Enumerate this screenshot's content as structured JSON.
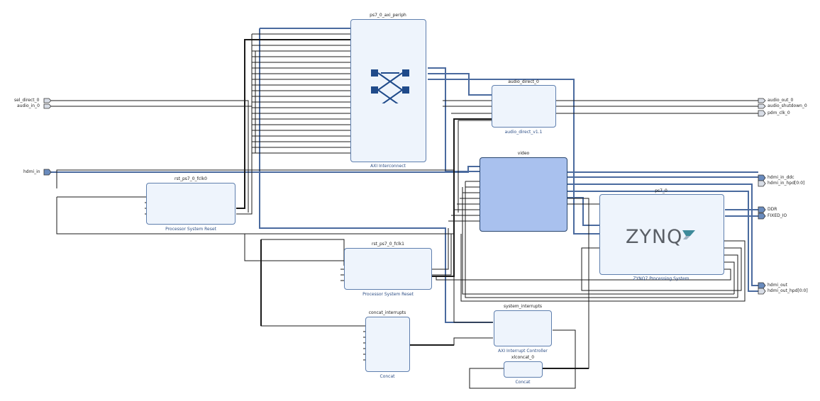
{
  "blocks": {
    "axi_periph": {
      "title": "ps7_0_axi_periph",
      "subtitle": "AXI Interconnect"
    },
    "audio_direct": {
      "title": "audio_direct_0",
      "subtitle": "audio_direct_v1.1"
    },
    "video": {
      "title": "video",
      "subtitle": ""
    },
    "ps7": {
      "title": "ps7_0",
      "subtitle": "ZYNQ7 Processing System",
      "logo": "ZYNQ"
    },
    "rst_fclk0": {
      "title": "rst_ps7_0_fclk0",
      "subtitle": "Processor System Reset"
    },
    "rst_fclk1": {
      "title": "rst_ps7_0_fclk1",
      "subtitle": "Processor System Reset"
    },
    "concat_interrupts": {
      "title": "concat_interrupts",
      "subtitle": "Concat"
    },
    "system_interrupts": {
      "title": "system_interrupts",
      "subtitle": "AXI Interrupt Controller"
    },
    "xlconcat": {
      "title": "xlconcat_0",
      "subtitle": "Concat"
    }
  },
  "ports": {
    "inputs": [
      {
        "label": "sel_direct_0"
      },
      {
        "label": "audio_in_0"
      },
      {
        "label": "hdmi_in"
      }
    ],
    "outputs": [
      {
        "label": "audio_out_0"
      },
      {
        "label": "audio_shutdown_0"
      },
      {
        "label": "pdm_clk_0"
      },
      {
        "label": "hdmi_in_ddc"
      },
      {
        "label": "hdmi_in_hpd[0:0]"
      },
      {
        "label": "DDR"
      },
      {
        "label": "FIXED_IO"
      },
      {
        "label": "hdmi_out"
      },
      {
        "label": "hdmi_out_hpd[0:0]"
      }
    ]
  },
  "colors": {
    "block_fill": "#eef4fc",
    "block_border": "#5f7fae",
    "selected_fill": "#a9c1ee",
    "net": "#1a1a1a",
    "bus": "#4a6a9e"
  }
}
